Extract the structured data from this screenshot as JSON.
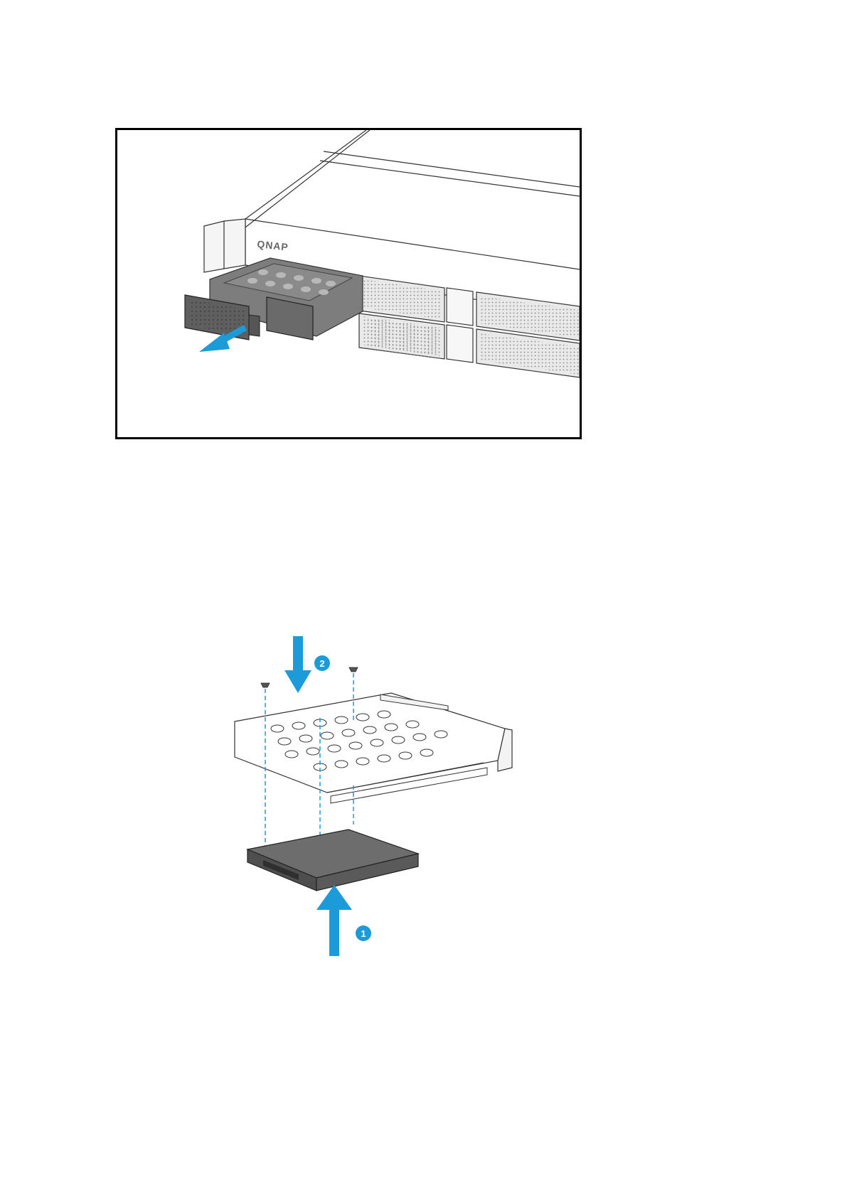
{
  "figure_remove_tray": {
    "brand_logo": "QNAP",
    "accent_color": "#1c9bd8"
  },
  "figure_install_drive": {
    "step_1": "1",
    "step_2": "2",
    "accent_color": "#1c9bd8"
  }
}
